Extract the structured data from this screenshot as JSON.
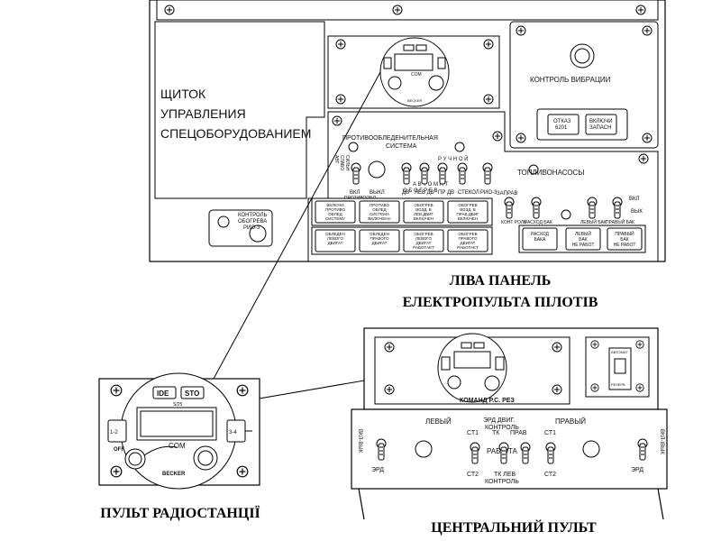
{
  "left_panel": {
    "title_lines": [
      "ЩИТОК",
      "УПРАВЛЕНИЯ",
      "СПЕЦОБОРУДОВАНИЕМ"
    ],
    "vibration_control": "КОНТРОЛЬ ВИБРАЦИИ",
    "failure_btn": [
      "ОТКАЗ",
      "6201"
    ],
    "enable_backup_btn": [
      "ВКЛЮЧИ",
      "ЗАПАСН"
    ],
    "heating_control": [
      "КОНТРОЛЬ",
      "ОБОГРЕВА",
      "РИО-3"
    ],
    "anti_ice_lines": [
      "ПРОТИВООБЛЕДЕНИТЕЛЬНАЯ",
      "СИСТЕМА"
    ],
    "manual_label": "Р У Ч Н О Й",
    "auto_label": "А В Т О М А Т",
    "heating_label": "О Б О Г Р Е В",
    "vert_auto": "АВТ",
    "vert_weak": "СЛАБО",
    "vert_strong": "СИЛЬН",
    "toggle_labels": [
      "ВКЛ",
      "ВЫКЛ",
      "ДВ",
      "ЛЕВ ДВ",
      "ПР ДВ",
      "СТЕКОЛ",
      "РИО-3"
    ],
    "protivo_label": "ПРОТИВООБЛ",
    "fuel_pumps": "ТОПЛИВОНАСОСЫ",
    "refuel": "ЗАПРАВ",
    "fuel_switches": [
      "КОНТ РОЛЬ",
      "РАСХОД БАК",
      "ЛЕВЫЙ БАК",
      "ПРАВЫЙ БАК"
    ],
    "fuel_onoff": [
      "ВКЛ",
      "ВЫК"
    ],
    "annun_row1": [
      [
        "ВКЛЮЧИ",
        "ПРОТИВО",
        "ОБЛЕД",
        "СИСТЕМУ"
      ],
      [
        "ПРОТИВО",
        "ОБЛЕД",
        "СИСТЕМА",
        "ВКЛЮЧЕНА"
      ],
      [
        "ОБОГРЕВ",
        "ВОЗД. В",
        "ЛЕВ.ДВИГ",
        "ВКЛЮЧЕН"
      ],
      [
        "ОБОГРЕВ",
        "ВОЗД. В",
        "ПРАВ.ДВИГ",
        "ВКЛЮЧЕН"
      ]
    ],
    "annun_row2": [
      [
        "ОБЛЕДЕН",
        "ЛЕВОГО",
        "ДВИГАТ"
      ],
      [
        "ОБЛЕДЕН",
        "ПРАВОГО",
        "ДВИГАТ"
      ],
      [
        "ОБОГРЕВ",
        "ЛЕВОГО",
        "ДВИГАТ",
        "РАБОТАЕТ"
      ],
      [
        "ОБОГРЕВ",
        "ПРАВОГО",
        "ДВИГАТ",
        "РАБОТАЕТ"
      ]
    ],
    "fuel_annun": [
      [
        "РАСХОД",
        "БАКА"
      ],
      [
        "ЛЕВЫЙ",
        "БАК",
        "НЕ РАБОТ"
      ],
      [
        "ПРАВЫЙ",
        "БАК",
        "НЕ РАБОТ"
      ]
    ]
  },
  "radio_mini": {
    "com": "COM",
    "becker": "BECKER"
  },
  "radio_panel": {
    "ide": "IDE",
    "sto": "STO",
    "sub": "S/25",
    "com": "COM",
    "off": "OFF",
    "brand": "BECKER",
    "left_btn": "1-2",
    "right_btn": "3-4"
  },
  "center_panel": {
    "title": "КОМАНД Р.С. РЕЗ",
    "left": "ЛЕВЫЙ",
    "right": "ПРАВЫЙ",
    "erd_ctrl": [
      "ЭРД ДВИГ.",
      "КОНТРОЛЬ"
    ],
    "st1": "СТ1",
    "tk": "ТК",
    "prav": "ПРАВ",
    "rabota": "РАБ    ОТА",
    "st2": "СТ2",
    "lev": "ТК  ЛЕВ",
    "kontrol": "КОНТРОЛЬ",
    "erd": "ЭРД",
    "vkl_vyk": "ВКЛ-ВЫК",
    "vkl_ivyk": "ВКЛ-ІВЫК",
    "cover": [
      "АВТОМАТ",
      "РЕЗЕРВ"
    ]
  },
  "captions": {
    "left_panel": [
      "ЛІВА ПАНЕЛЬ",
      "ЕЛЕКТРОПУЛЬТА ПІЛОТІВ"
    ],
    "radio": "ПУЛЬТ РАДІОСТАНЦІЇ",
    "center": "ЦЕНТРАЛЬНИЙ ПУЛЬТ"
  }
}
